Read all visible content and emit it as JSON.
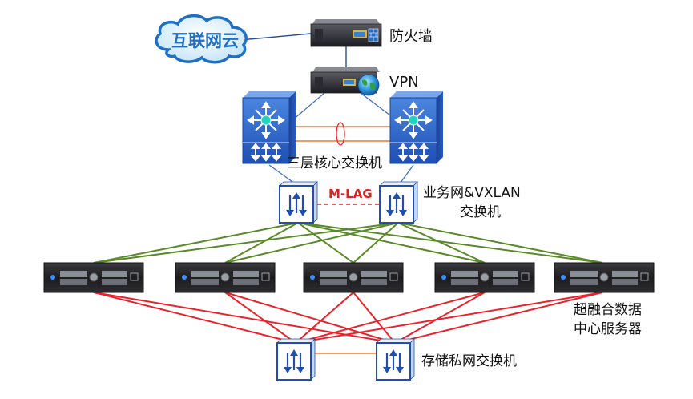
{
  "cloud": {
    "label": "互联网云"
  },
  "firewall": {
    "label": "防火墙"
  },
  "vpn": {
    "label": "VPN"
  },
  "core_switch": {
    "label": "三层核心交换机"
  },
  "business_switch": {
    "label_line1": "业务网&VXLAN",
    "label_line2": "交换机"
  },
  "mlag": {
    "label": "M-LAG"
  },
  "servers": {
    "label_line1": "超融合数据",
    "label_line2": "中心服务器"
  },
  "storage_switch": {
    "label": "存储私网交换机"
  },
  "colors": {
    "cloud_text": "#1f6fc4",
    "core_fill": "#2f64c7",
    "switch_border": "#1f4fb0",
    "green_link": "#5a8a28",
    "red_link": "#e8242a",
    "orange_link": "#e87c3a",
    "mlag_text": "#e0201f"
  }
}
